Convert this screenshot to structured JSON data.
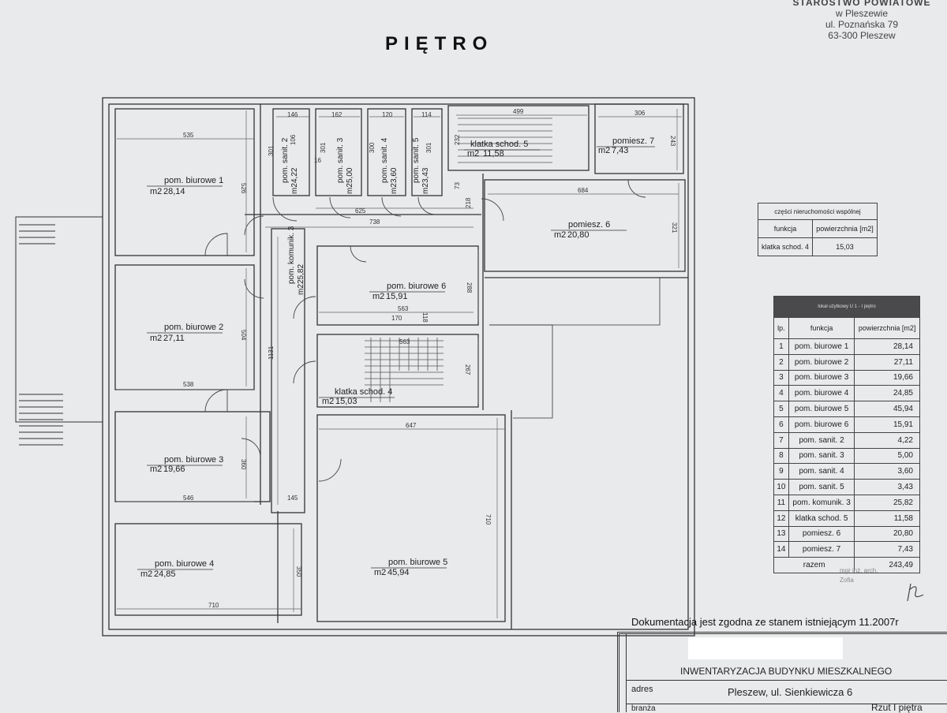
{
  "title": "PIĘTRO",
  "stamp": {
    "line0": "STAROSTWO POWIATOWE",
    "line1": "w Pleszewie",
    "line2": "ul. Poznańska 79",
    "line3": "63-300 Pleszew"
  },
  "rooms": [
    {
      "id": "biurowe1",
      "name": "pom. biurowe 1",
      "area": "28,14"
    },
    {
      "id": "biurowe2",
      "name": "pom. biurowe 2",
      "area": "27,11"
    },
    {
      "id": "biurowe3",
      "name": "pom. biurowe 3",
      "area": "19,66"
    },
    {
      "id": "biurowe4",
      "name": "pom. biurowe 4",
      "area": "24,85"
    },
    {
      "id": "biurowe5",
      "name": "pom. biurowe 5",
      "area": "45,94"
    },
    {
      "id": "biurowe6",
      "name": "pom. biurowe 6",
      "area": "15,91"
    },
    {
      "id": "sanit2",
      "name": "pom. sanit. 2",
      "area": "4,22"
    },
    {
      "id": "sanit3",
      "name": "pom. sanit. 3",
      "area": "5,00"
    },
    {
      "id": "sanit4",
      "name": "pom. sanit. 4",
      "area": "3,60"
    },
    {
      "id": "sanit5",
      "name": "pom. sanit. 5",
      "area": "3,43"
    },
    {
      "id": "komunik3",
      "name": "pom. komunik. 3",
      "area": "25,82"
    },
    {
      "id": "klatka5",
      "name": "klatka schod. 5",
      "area": "11,58"
    },
    {
      "id": "pomiesz6",
      "name": "pomiesz. 6",
      "area": "20,80"
    },
    {
      "id": "pomiesz7",
      "name": "pomiesz. 7",
      "area": "7,43"
    },
    {
      "id": "klatka4",
      "name": "klatka schod. 4",
      "area": "15,03"
    }
  ],
  "area_unit": "m2",
  "dimensions": [
    "535",
    "526",
    "504",
    "538",
    "360",
    "546",
    "350",
    "710",
    "1131",
    "145",
    "647",
    "710",
    "563",
    "170",
    "118",
    "288",
    "267",
    "563",
    "146",
    "106",
    "16",
    "301",
    "162",
    "301",
    "120",
    "300",
    "114",
    "301",
    "232",
    "73",
    "218",
    "625",
    "738",
    "499",
    "306",
    "243",
    "684",
    "321"
  ],
  "common_table": {
    "title": "części nieruchomości wspólnej",
    "col_function": "funkcja",
    "col_area": "powierzchnia [m2]",
    "rows": [
      {
        "function": "klatka schod. 4",
        "area": "15,03"
      }
    ]
  },
  "unit_table": {
    "title": "lokal użytkowy U 1 - I piętro",
    "col_lp": "lp.",
    "col_function": "funkcja",
    "col_area": "powierzchnia [m2]",
    "rows": [
      {
        "lp": "1",
        "function": "pom. biurowe 1",
        "area": "28,14"
      },
      {
        "lp": "2",
        "function": "pom. biurowe 2",
        "area": "27,11"
      },
      {
        "lp": "3",
        "function": "pom. biurowe 3",
        "area": "19,66"
      },
      {
        "lp": "4",
        "function": "pom. biurowe 4",
        "area": "24,85"
      },
      {
        "lp": "5",
        "function": "pom. biurowe 5",
        "area": "45,94"
      },
      {
        "lp": "6",
        "function": "pom. biurowe 6",
        "area": "15,91"
      },
      {
        "lp": "7",
        "function": "pom. sanit. 2",
        "area": "4,22"
      },
      {
        "lp": "8",
        "function": "pom. sanit. 3",
        "area": "5,00"
      },
      {
        "lp": "9",
        "function": "pom. sanit. 4",
        "area": "3,60"
      },
      {
        "lp": "10",
        "function": "pom. sanit. 5",
        "area": "3,43"
      },
      {
        "lp": "11",
        "function": "pom. komunik. 3",
        "area": "25,82"
      },
      {
        "lp": "12",
        "function": "klatka schod. 5",
        "area": "11,58"
      },
      {
        "lp": "13",
        "function": "pomiesz. 6",
        "area": "20,80"
      },
      {
        "lp": "14",
        "function": "pomiesz. 7",
        "area": "7,43"
      }
    ],
    "total_label": "razem",
    "total": "243,49"
  },
  "signature": {
    "line1": "mgr inż. arch.",
    "line2": "Zofia"
  },
  "compliance_note": "Dokumentacja jest zgodna ze stanem istniejącym  11.2007r",
  "title_block": {
    "project": "INWENTARYZACJA BUDYNKU MIESZKALNEGO",
    "adres_label": "adres",
    "adres": "Pleszew, ul. Sienkiewicza 6",
    "branza_label": "branża",
    "sheet": "Rzut I piętra"
  }
}
